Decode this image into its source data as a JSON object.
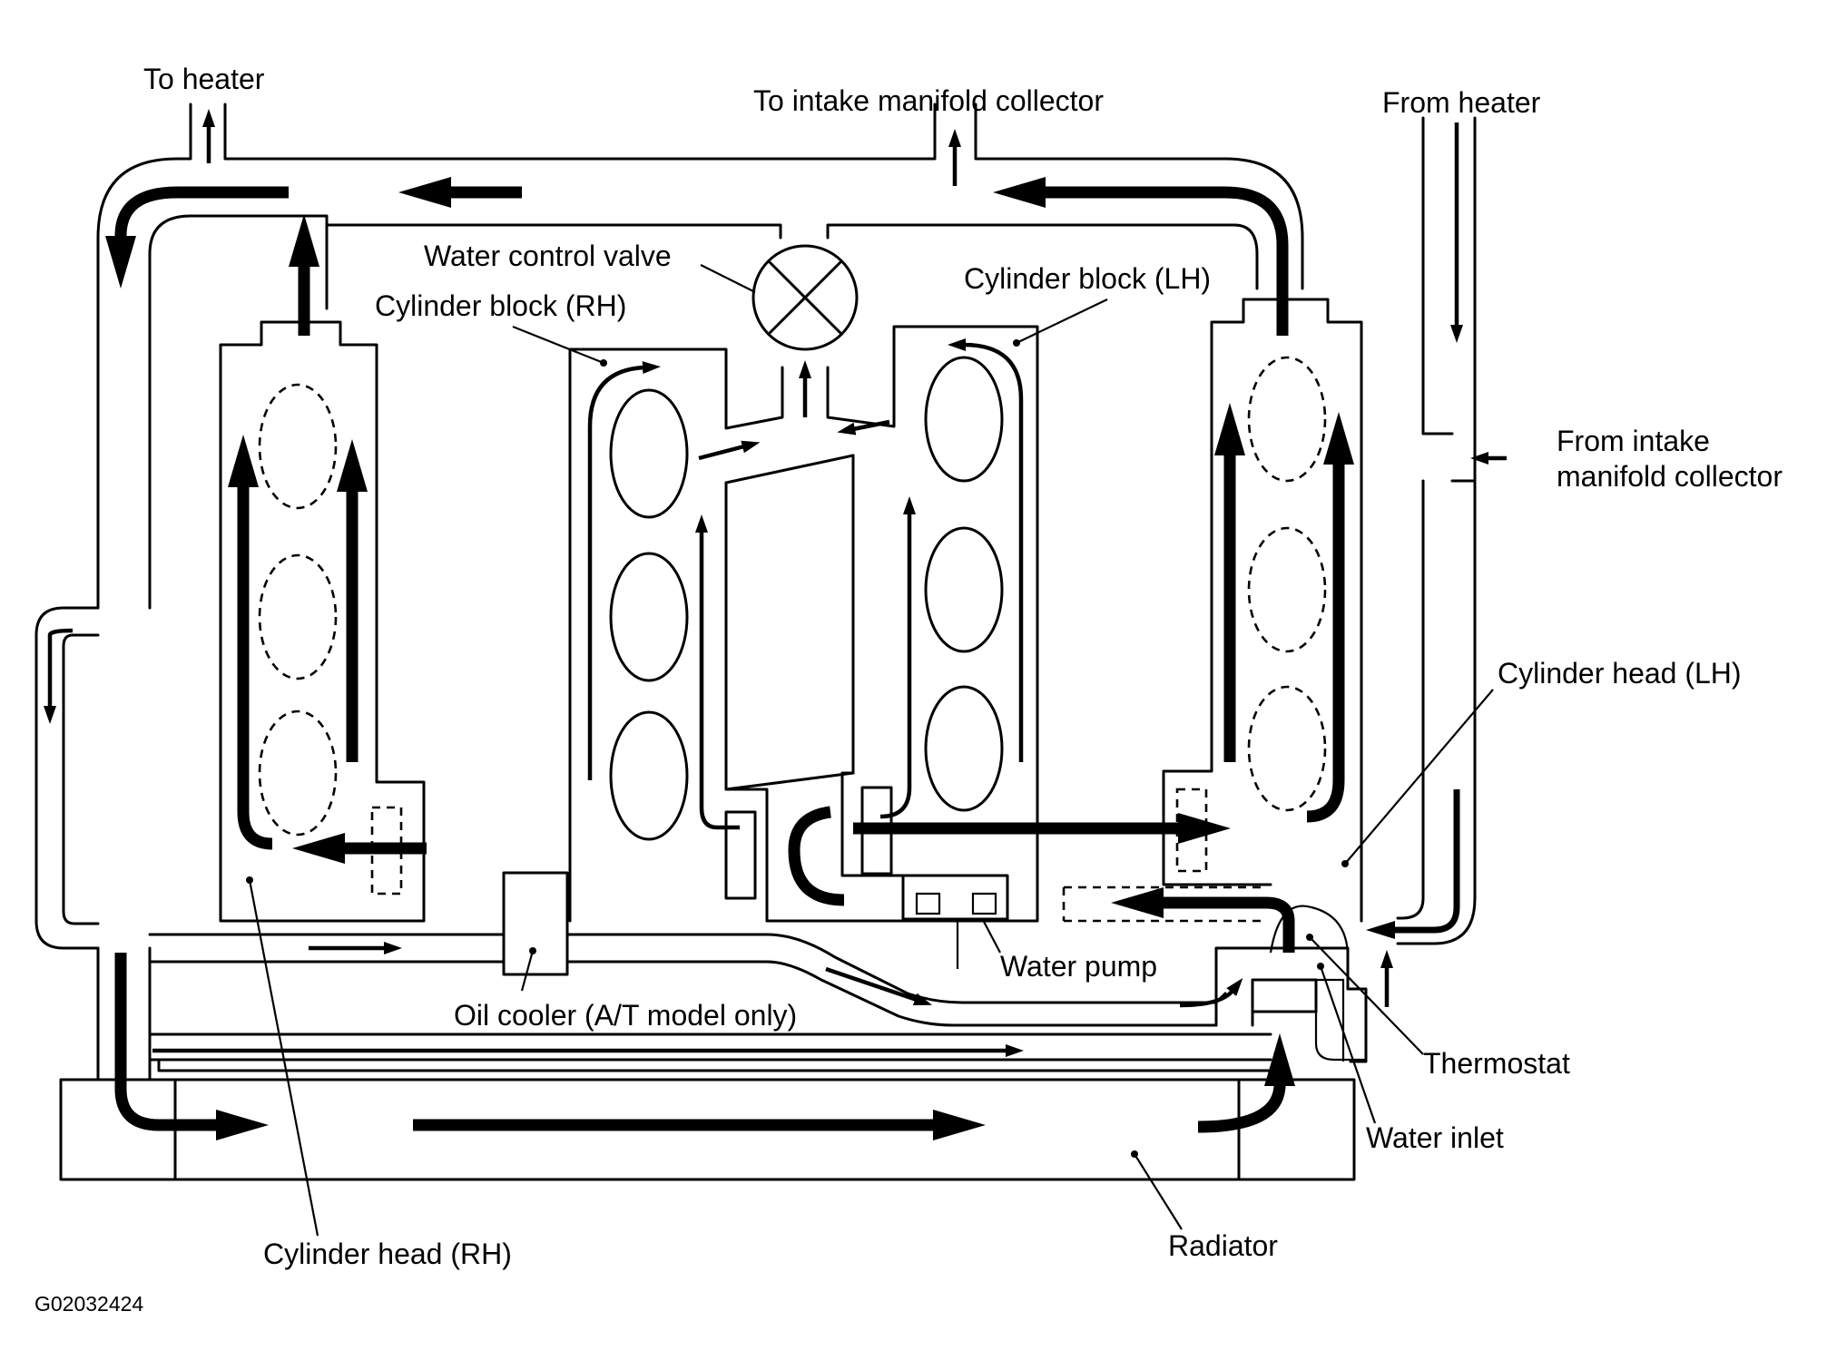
{
  "labels": {
    "to_heater": "To heater",
    "to_intake": "To intake manifold collector",
    "from_heater": "From heater",
    "water_control_valve": "Water control valve",
    "cylinder_block_lh": "Cylinder block (LH)",
    "cylinder_block_rh": "Cylinder block (RH)",
    "from_intake_line1": "From intake",
    "from_intake_line2": "manifold collector",
    "cylinder_head_lh": "Cylinder head (LH)",
    "water_pump": "Water pump",
    "oil_cooler": "Oil cooler (A/T model only)",
    "thermostat": "Thermostat",
    "water_inlet": "Water inlet",
    "cylinder_head_rh": "Cylinder head (RH)",
    "radiator": "Radiator",
    "figure_code": "G02032424"
  }
}
